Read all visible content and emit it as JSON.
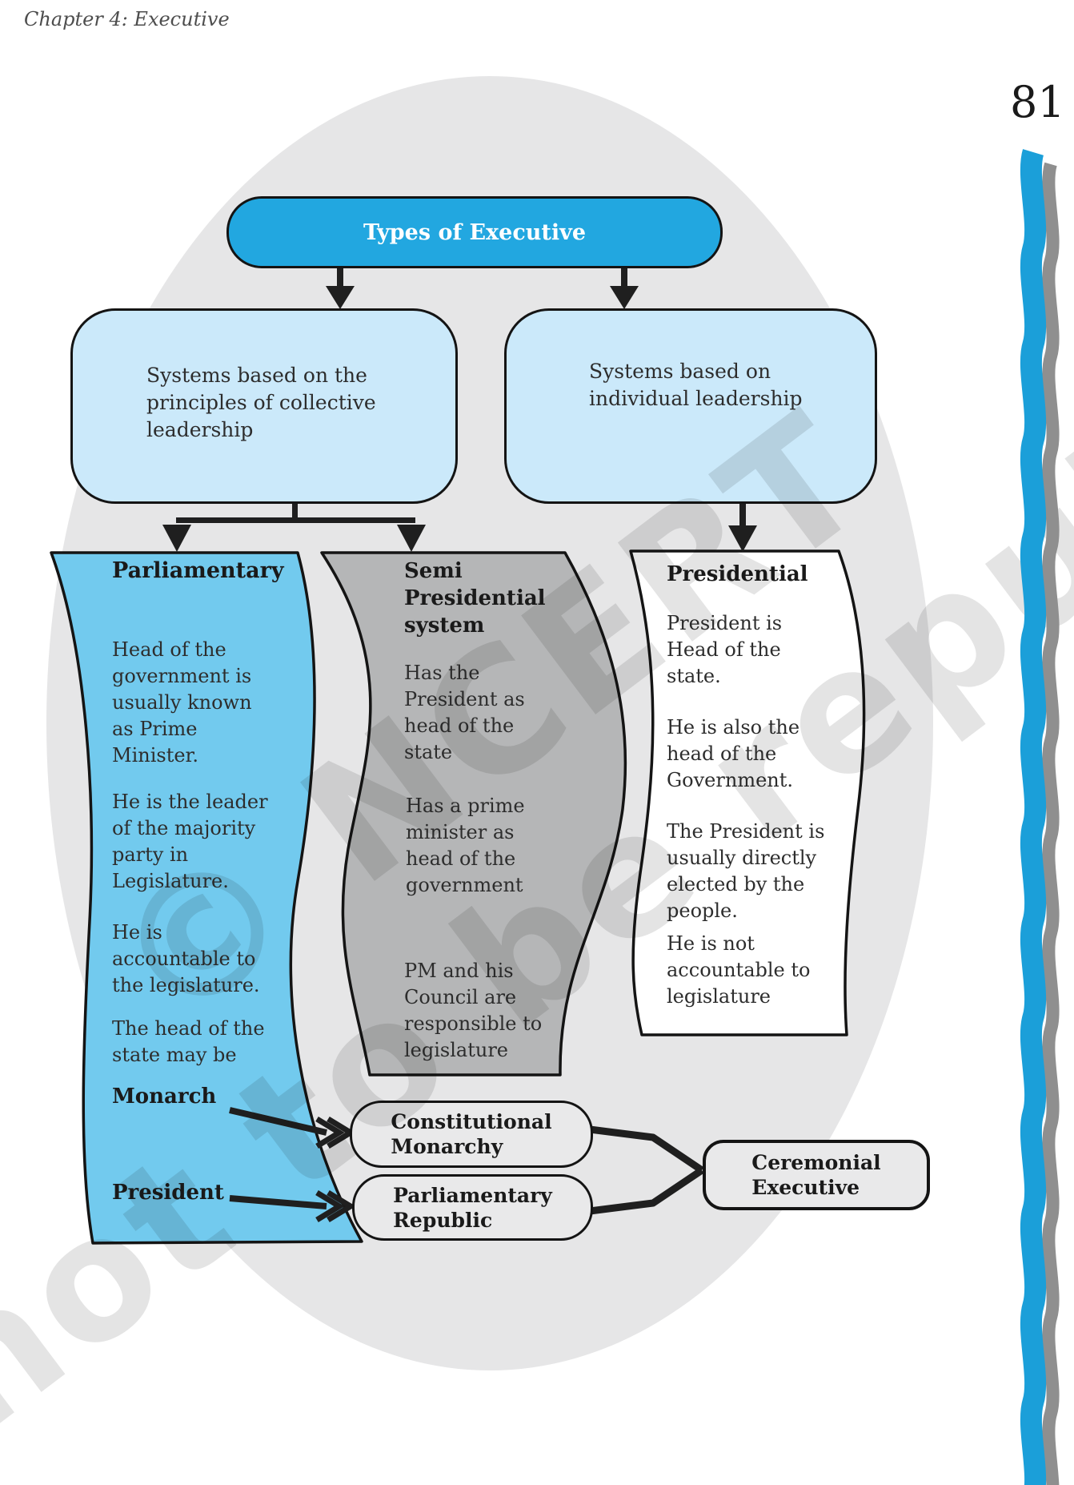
{
  "page": {
    "header": "Chapter 4: Executive",
    "page_number": "81"
  },
  "diagram": {
    "root": "Types of Executive",
    "branches": {
      "left": "Systems based on the\nprinciples of collective\nleadership",
      "right": "Systems based on\nindividual leadership"
    },
    "panels": {
      "parliamentary": {
        "title": "Parliamentary",
        "p1": "Head of the\ngovernment is\nusually known\nas Prime\nMinister.",
        "p2": "He is the leader\nof the majority\nparty in\nLegislature.",
        "p3": "He is\naccountable to\nthe legislature.",
        "p4": "The head of the\nstate may be",
        "monarch_label": "Monarch",
        "president_label": "President"
      },
      "semi_presidential": {
        "title": "Semi\nPresidential\nsystem",
        "p1": "Has the\nPresident as\nhead of the\nstate",
        "p2": "Has a prime\nminister as\nhead of the\ngovernment",
        "p3": "PM and his\nCouncil are\nresponsible to\nlegislature"
      },
      "presidential": {
        "title": "Presidential",
        "p1": "President is\nHead of the\nstate.",
        "p2": "He is also the\nhead of the\nGovernment.",
        "p3": "The President is\nusually directly\nelected by the\npeople.",
        "p4": "He is not\naccountable to\nlegislature"
      }
    },
    "outcomes": {
      "constitutional_monarchy": "Constitutional\nMonarchy",
      "parliamentary_republic": "Parliamentary\nRepublic",
      "ceremonial_executive": "Ceremonial\nExecutive"
    }
  },
  "watermark": {
    "line1": "© NCERT",
    "line2": "not to be republished"
  },
  "colors": {
    "root_pill": "#22A7E0",
    "branch_box": "#CBE9FA",
    "parliamentary_panel": "#72CAEE",
    "semi_presidential_panel": "#B5B6B7",
    "presidential_panel": "#FFFFFF",
    "ellipse_background": "#E6E6E7",
    "result_pill": "#E9E9EA",
    "ribbon_blue": "#1B9FD9",
    "ribbon_grey": "#8F8F8F",
    "outline": "#141414"
  }
}
